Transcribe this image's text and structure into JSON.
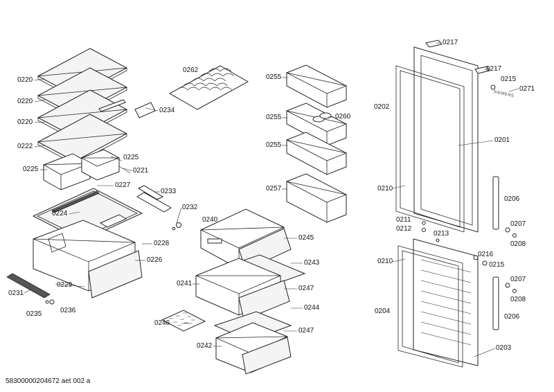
{
  "part_labels": {
    "p0220a": "0220",
    "p0220b": "0220",
    "p0220c": "0220",
    "p0222": "0222",
    "p0225a": "0225",
    "p0225b": "0225",
    "p0221": "0221",
    "p0227": "0227",
    "p0224": "0224",
    "p0228": "0228",
    "p0226": "0226",
    "p0229": "0229",
    "p0231": "0231",
    "p0235": "0235",
    "p0236": "0236",
    "p0234": "0234",
    "p0262": "0262",
    "p0233": "0233",
    "p0232": "0232",
    "p0240": "0240",
    "p0245": "0245",
    "p0243": "0243",
    "p0241": "0241",
    "p0247a": "0247",
    "p0244": "0244",
    "p0247b": "0247",
    "p0246": "0246",
    "p0242": "0242",
    "p0255a": "0255",
    "p0255b": "0255",
    "p0255c": "0255",
    "p0260": "0260",
    "p0257": "0257",
    "p0217a": "0217",
    "p0217b": "0217",
    "p0215a": "0215",
    "p0271": "0271",
    "p0202": "0202",
    "p0201": "0201",
    "p0210a": "0210",
    "p0206a": "0206",
    "p0211": "0211",
    "p0212": "0212",
    "p0213": "0213",
    "p0207a": "0207",
    "p0208a": "0208",
    "p0210b": "0210",
    "p0216": "0216",
    "p0215b": "0215",
    "p0207b": "0207",
    "p0208b": "0208",
    "p0204": "0204",
    "p0206b": "0206",
    "p0203": "0203"
  },
  "brand_mark": "SIEMENS",
  "footer_text": "58300000204672 aet 002 a"
}
